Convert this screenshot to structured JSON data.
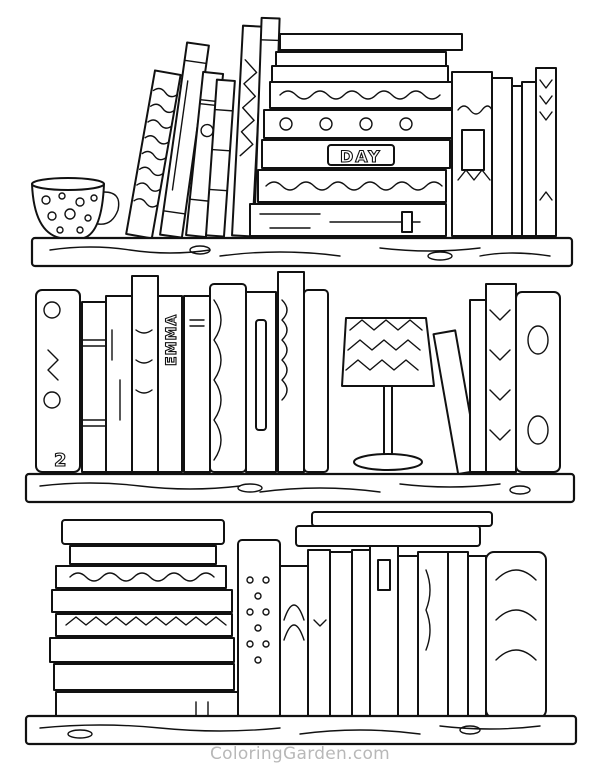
{
  "book_labels": {
    "day": "DAY",
    "emma": "EMMA",
    "volume_2": "2"
  },
  "watermark": "ColoringGarden.com",
  "colors": {
    "ink": "#111111",
    "paper": "#ffffff",
    "watermark": "#b8b8b8"
  }
}
